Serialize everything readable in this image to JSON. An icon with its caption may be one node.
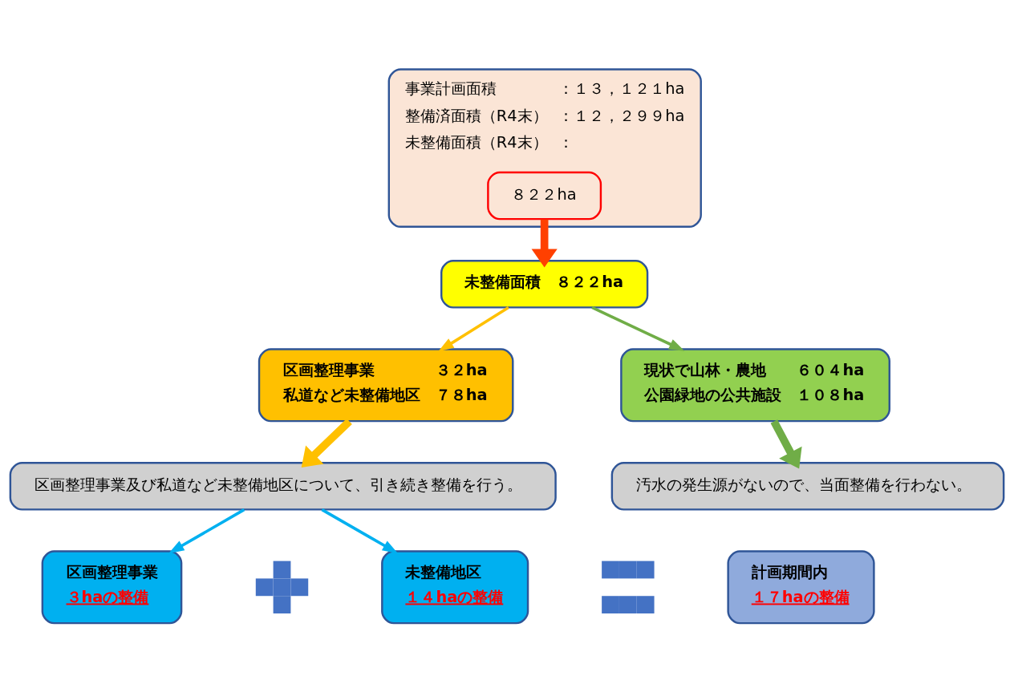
{
  "diagram": {
    "nodes": [
      {
        "text": [
          "事業計画面積",
          "：１３，１２１ha",
          "整備済面積（R4末）",
          "：１２，２９９ha",
          "未整備面積（R4末）",
          "："
        ]
      },
      {
        "text": [
          "８２２ha"
        ],
        "in": 0
      },
      {
        "text": [
          "未整備面積　８２２ha"
        ]
      },
      {
        "text": [
          "区画整理事業　　　　３２ha",
          "私道など未整備地区　７８ha"
        ]
      },
      {
        "text": [
          "現状で山林・農地　　６０４ha",
          "公園緑地の公共施設　１０８ha"
        ]
      },
      {
        "text": [
          "区画整理事業及び私道など未整備地区について、引き続き整備を行う。"
        ]
      },
      {
        "text": [
          "汚水の発生源がないので、当面整備を行わない。"
        ]
      },
      {
        "text": [
          "区画整理事業",
          "３haの整備"
        ]
      },
      {
        "text": [
          "未整備地区",
          "１４haの整備"
        ]
      },
      {
        "text": [],
        "shape": "plus"
      },
      {
        "text": [],
        "shape": "equals"
      },
      {
        "text": [
          "計画期間内",
          "１７haの整備"
        ]
      }
    ],
    "edges": [
      {
        "from": 1,
        "to": 2,
        "arrow": "to",
        "style": "thick",
        "color": "#ff4000"
      },
      {
        "from": 2,
        "to": 3,
        "arrow": "to",
        "color": "#ffc000"
      },
      {
        "from": 2,
        "to": 4,
        "arrow": "to",
        "color": "#70ad47"
      },
      {
        "from": 3,
        "to": 5,
        "arrow": "to",
        "style": "thick",
        "color": "#ffc000"
      },
      {
        "from": 4,
        "to": 6,
        "arrow": "to",
        "style": "thick",
        "color": "#70ad47"
      },
      {
        "from": 5,
        "to": 7,
        "arrow": "to",
        "color": "#00b0f0"
      },
      {
        "from": 5,
        "to": 8,
        "arrow": "to",
        "color": "#00b0f0"
      }
    ]
  }
}
